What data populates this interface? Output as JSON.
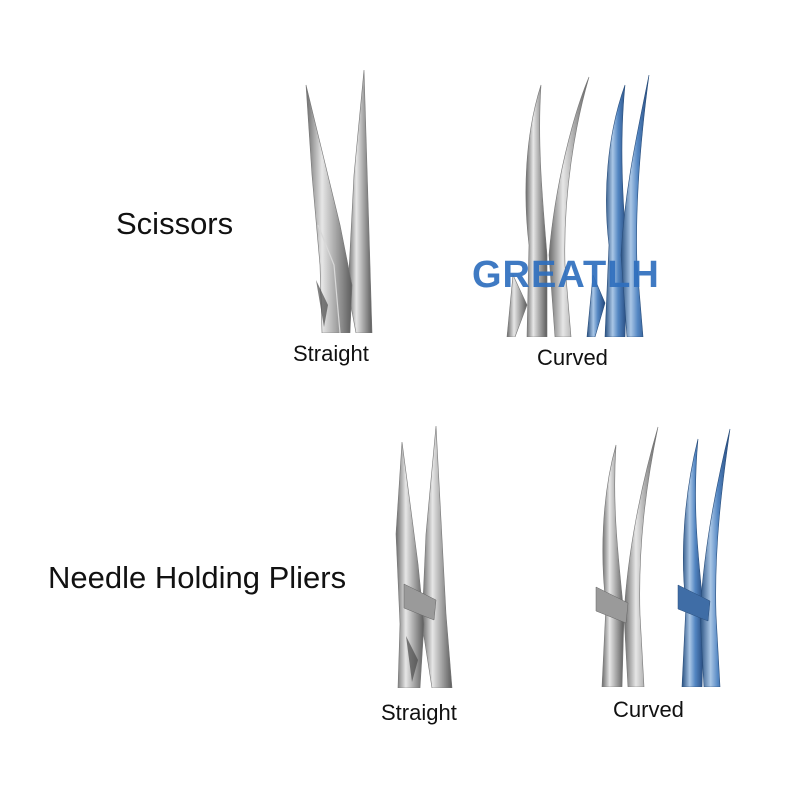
{
  "scissors": {
    "title": "Scissors",
    "straight_caption": "Straight",
    "curved_caption": "Curved"
  },
  "needle_holding_pliers": {
    "title": "Needle Holding Pliers",
    "straight_caption": "Straight",
    "curved_caption": "Curved"
  },
  "watermark": "GREATLH",
  "colors": {
    "steel_light": "#e4e4e4",
    "steel_mid": "#a6a6a6",
    "steel_dark": "#5e5e5e",
    "titanium_light": "#a9c6e6",
    "titanium_mid": "#4f84c2",
    "titanium_dark": "#2a5486"
  }
}
